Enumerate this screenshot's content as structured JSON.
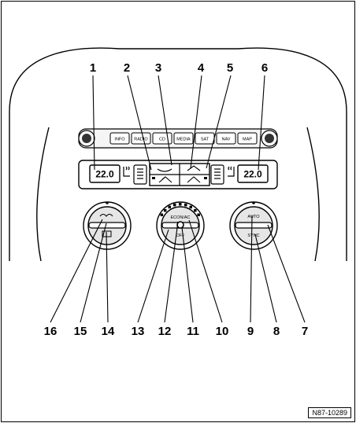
{
  "callouts_top": [
    "1",
    "2",
    "3",
    "4",
    "5",
    "6"
  ],
  "callouts_bottom": [
    "16",
    "15",
    "14",
    "13",
    "12",
    "11",
    "10",
    "9",
    "8",
    "7"
  ],
  "radio_buttons": [
    "INFO",
    "RADIO",
    "CD",
    "MEDIA",
    "SAT",
    "NAV",
    "MAP"
  ],
  "temp_left": "22.0",
  "temp_right": "22.0",
  "dial_label_center_top": "ECON/AC",
  "dial_label_center_bottom": "OFF",
  "dial_label_right_top": "AUTO",
  "dial_label_right_bottom": "SYNC",
  "reference": "N87-10289"
}
